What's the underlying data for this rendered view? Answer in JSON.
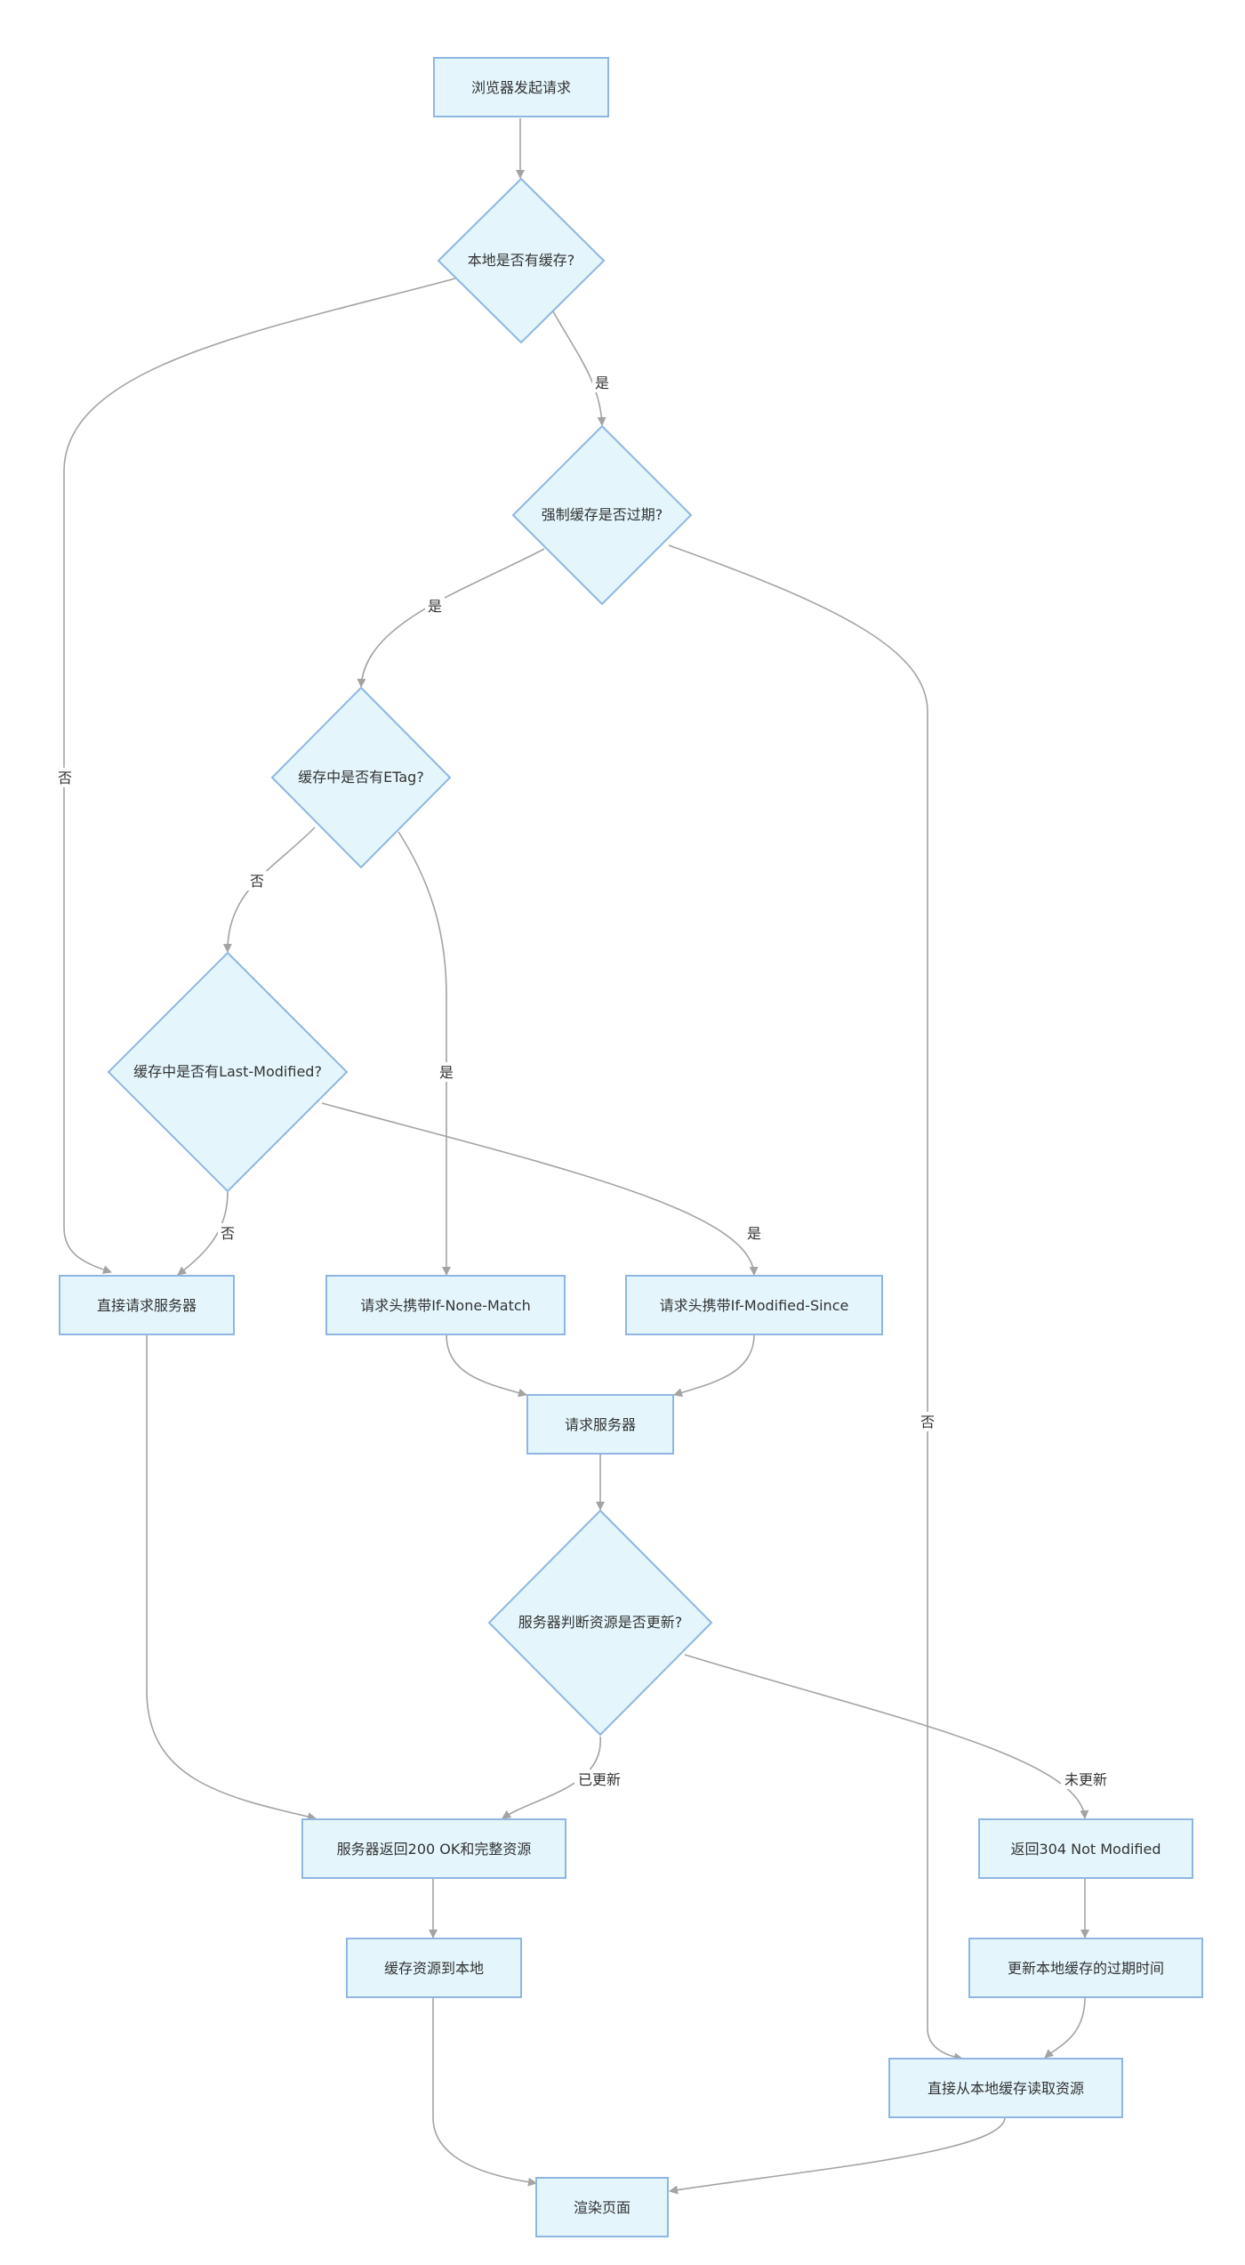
{
  "nodes": {
    "n_start": "浏览器发起请求",
    "n_cache": "本地是否有缓存?",
    "n_force": "强制缓存是否过期?",
    "n_etag": "缓存中是否有ETag?",
    "n_lastmod": "缓存中是否有Last-Modified?",
    "n_direct": "直接请求服务器",
    "n_inm": "请求头携带If-None-Match",
    "n_ims": "请求头携带If-Modified-Since",
    "n_reqserver": "请求服务器",
    "n_judge": "服务器判断资源是否更新?",
    "n_200": "服务器返回200 OK和完整资源",
    "n_304": "返回304 Not Modified",
    "n_cachelocal": "缓存资源到本地",
    "n_updatetime": "更新本地缓存的过期时间",
    "n_readlocal": "直接从本地缓存读取资源",
    "n_render": "渲染页面"
  },
  "edge_labels": {
    "e_cache_no": "否",
    "e_cache_yes": "是",
    "e_force_yes": "是",
    "e_force_no": "否",
    "e_etag_no": "否",
    "e_etag_yes": "是",
    "e_lastmod_no": "否",
    "e_lastmod_yes": "是",
    "e_judge_updated": "已更新",
    "e_judge_notupdated": "未更新"
  },
  "colors": {
    "node_fill": "#e4f6fc",
    "node_stroke": "#8fb6e2",
    "edge": "#a3a3a3"
  }
}
